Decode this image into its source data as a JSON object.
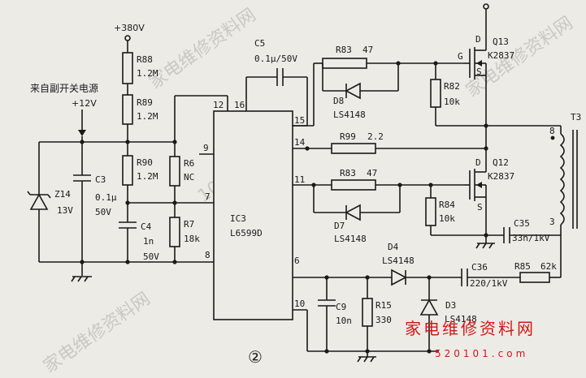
{
  "labels": {
    "v380": "+380V",
    "source_cn": "来自副开关电源",
    "v12": "+12V",
    "r88": "R88",
    "r88v": "1.2M",
    "r89": "R89",
    "r89v": "1.2M",
    "r90": "R90",
    "r90v": "1.2M",
    "r6": "R6",
    "r6v": "NC",
    "r7": "R7",
    "r7v": "18k",
    "c3": "C3",
    "c3v1": "0.1μ",
    "c3v2": "50V",
    "c4": "C4",
    "c4v1": "1n",
    "c4v2": "50V",
    "z14": "Z14",
    "z14v": "13V",
    "c5": "C5",
    "c5v": "0.1μ/50V",
    "r83a": "R83",
    "r83av": "47",
    "d8": "D8",
    "d8v": "LS4148",
    "r82": "R82",
    "r82v": "10k",
    "q13": "Q13",
    "q13v": "K2837",
    "q12": "Q12",
    "q12v": "K2837",
    "r99": "R99",
    "r99v": "2.2",
    "r83b": "R83",
    "r83bv": "47",
    "d7": "D7",
    "d7v": "LS4148",
    "r84": "R84",
    "r84v": "10k",
    "c35": "C35",
    "c35v": "33n/1kV",
    "d4": "D4",
    "d4v": "LS4148",
    "c36": "C36",
    "c36v": "220/1kV",
    "r85": "R85",
    "r85v": "62k",
    "c9": "C9",
    "c9v": "10n",
    "r15": "R15",
    "r15v": "330",
    "d3": "D3",
    "d3v": "LS4148",
    "ic": "IC3",
    "icv": "L6599D",
    "t3": "T3",
    "t3p8": "8",
    "t3p3": "3",
    "g": "G",
    "d": "D",
    "s": "S",
    "pin12": "12",
    "pin16": "16",
    "pin9": "9",
    "pin7": "7",
    "pin8": "8",
    "pin15": "15",
    "pin14": "14",
    "pin11": "11",
    "pin6": "6",
    "pin10": "10",
    "figure_no": "②"
  },
  "watermarks": {
    "gray1": "家电维修资料网",
    "gray2": "101.com",
    "gray3": "家电维修资料网",
    "gray4": "家电维修资料网",
    "red_cn": "家电维修资料网",
    "red_url": "520101.com"
  },
  "colors": {
    "ink": "#1a1a1a",
    "paper": "#ecebe6",
    "watermark_red": "#d31818"
  }
}
